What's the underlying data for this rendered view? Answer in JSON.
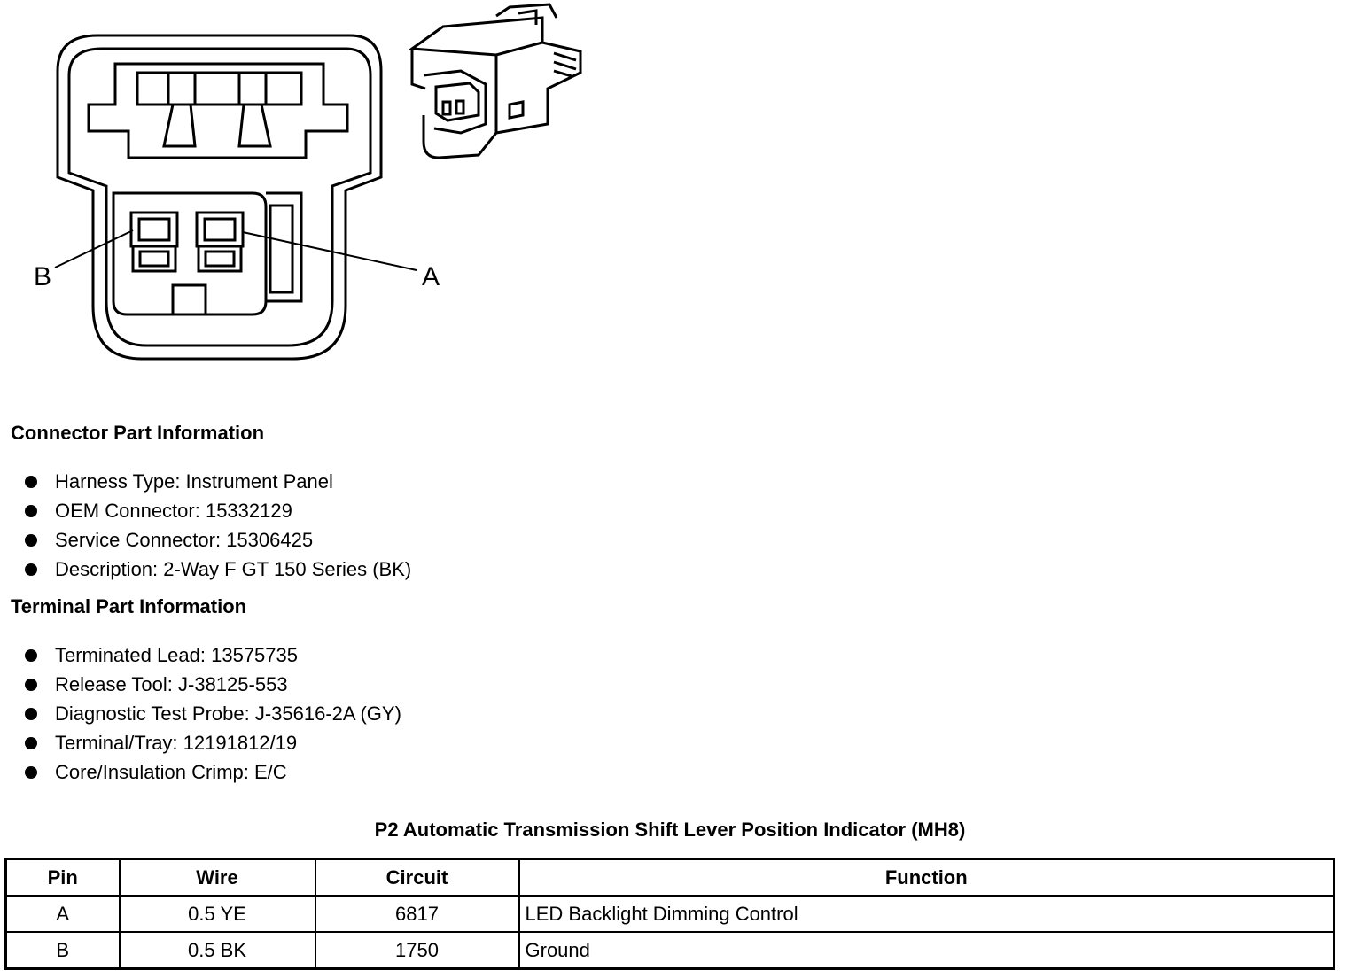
{
  "diagram": {
    "pin_label_b": "B",
    "pin_label_a": "A"
  },
  "connector_info": {
    "heading": "Connector Part Information",
    "items": [
      "Harness Type: Instrument Panel",
      "OEM Connector: 15332129",
      "Service Connector: 15306425",
      "Description: 2-Way F GT 150 Series (BK)"
    ]
  },
  "terminal_info": {
    "heading": "Terminal Part Information",
    "items": [
      "Terminated Lead: 13575735",
      "Release Tool: J-38125-553",
      "Diagnostic Test Probe: J-35616-2A (GY)",
      "Terminal/Tray: 12191812/19",
      "Core/Insulation Crimp: E/C"
    ]
  },
  "pin_table": {
    "title": "P2 Automatic Transmission Shift Lever Position Indicator (MH8)",
    "headers": [
      "Pin",
      "Wire",
      "Circuit",
      "Function"
    ],
    "rows": [
      [
        "A",
        "0.5 YE",
        "6817",
        "LED Backlight Dimming Control"
      ],
      [
        "B",
        "0.5 BK",
        "1750",
        "Ground"
      ]
    ]
  }
}
